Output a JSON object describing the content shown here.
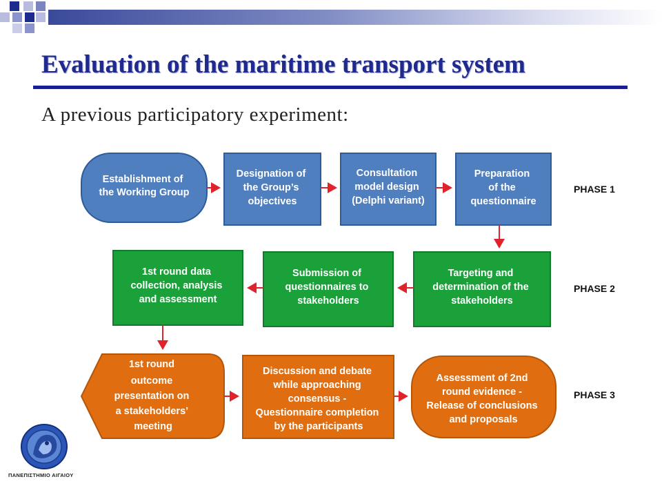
{
  "slide": {
    "title": "Evaluation of the maritime transport system",
    "subtitle": "A previous participatory experiment:"
  },
  "diagram": {
    "phases": [
      {
        "label": "PHASE 1"
      },
      {
        "label": "PHASE 2"
      },
      {
        "label": "PHASE 3"
      }
    ],
    "nodes": {
      "p1_establishment": [
        "Establishment of",
        "the Working Group"
      ],
      "p1_designation": [
        "Designation of",
        "the Group’s",
        "objectives"
      ],
      "p1_consultation": [
        "Consultation",
        "model design",
        "(Delphi variant)"
      ],
      "p1_preparation": [
        "Preparation",
        "of the",
        "questionnaire"
      ],
      "p2_targeting": [
        "Targeting and",
        "determination of the",
        "stakeholders"
      ],
      "p2_submission": [
        "Submission of",
        "questionnaires to",
        "stakeholders"
      ],
      "p2_first_round": [
        "1st round data",
        "collection, analysis",
        "and assessment"
      ],
      "p3_outcome": [
        "1st round",
        "outcome",
        "presentation on",
        "a stakeholders’",
        "meeting"
      ],
      "p3_discussion": [
        "Discussion and debate",
        "while approaching",
        "consensus -",
        "Questionnaire completion",
        "by the participants"
      ],
      "p3_assessment": [
        "Assessment of 2nd",
        "round evidence -",
        "Release of conclusions",
        "and proposals"
      ]
    },
    "colors": {
      "phase1": "#4f7fbf",
      "phase2": "#1aa13a",
      "phase3": "#e06e10",
      "arrow": "#e0232a"
    }
  },
  "logo": {
    "caption": "ΠΑΝΕΠΙΣΤΗΜΙΟ ΑΙΓΑΙΟΥ"
  }
}
